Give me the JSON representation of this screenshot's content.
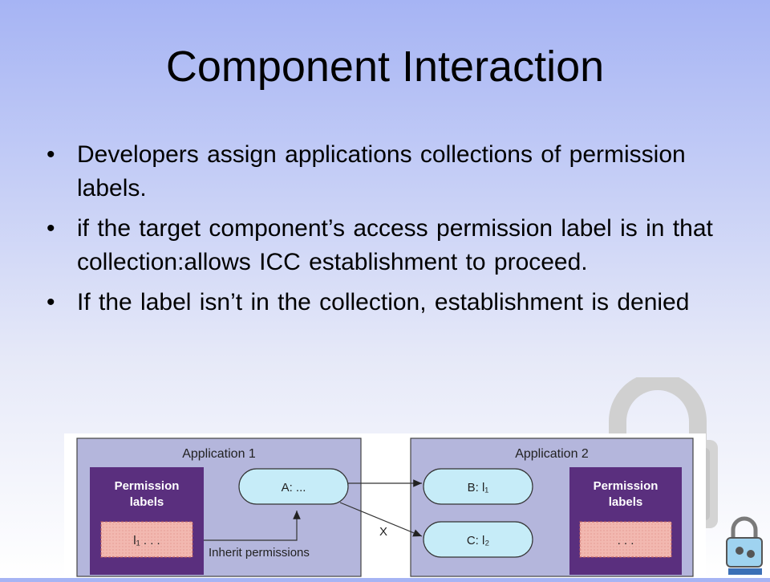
{
  "slide": {
    "title": "Component Interaction",
    "bullets": [
      "Developers assign applications collections of permission labels.",
      "if the target component’s access permission label is in that collection:allows ICC establishment to proceed.",
      "If the label isn’t in the collection, establishment is denied"
    ],
    "bullet_symbol": "•"
  },
  "diagram": {
    "app1": {
      "title": "Application 1",
      "perm_box": {
        "line1": "Permission",
        "line2": "labels",
        "labels": "l₁ . . ."
      },
      "component": "A: ...",
      "inherit": "Inherit permissions"
    },
    "app2": {
      "title": "Application 2",
      "component_b": "B: l₁",
      "component_c": "C: l₂",
      "perm_box": {
        "line1": "Permission",
        "line2": "labels",
        "labels": ". . ."
      }
    },
    "denied_mark": "X"
  },
  "colors": {
    "app_fill": "#b4b6dc",
    "perm_fill": "#5a2f7e",
    "label_fill": "#f2b8b0",
    "component_fill": "#c6ecf8"
  }
}
